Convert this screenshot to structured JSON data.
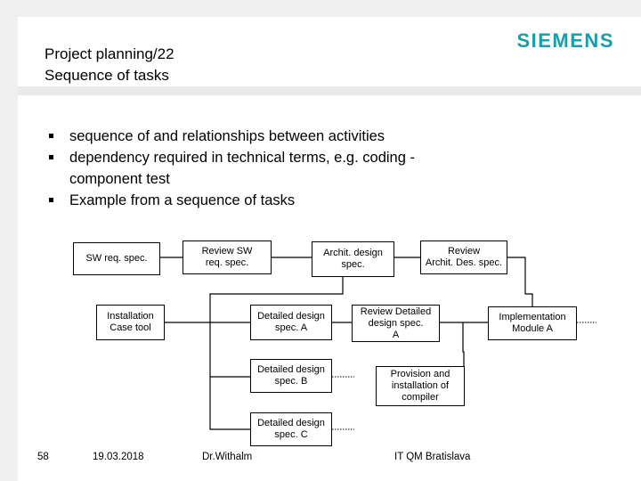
{
  "header": {
    "title_line1": "Project planning/22",
    "title_line2": "Sequence of tasks",
    "logo": "SIEMENS",
    "logo_color": "#1a9da8"
  },
  "bullets": [
    "sequence of and relationships between activities",
    "dependency required in technical terms, e.g. coding - component test",
    "Example from a sequence of tasks"
  ],
  "diagram": {
    "nodes": {
      "sw_req_spec": "SW req. spec.",
      "review_sw_req_spec": "Review SW\nreq. spec.",
      "archit_design_spec": "Archit. design\nspec.",
      "review_archit_des_spec": "Review\nArchit. Des. spec.",
      "installation_case_tool": "Installation\nCase tool",
      "detailed_design_spec_a": "Detailed design\nspec. A",
      "review_detailed_design_spec_a": "Review Detailed\ndesign spec.\nA",
      "implementation_module_a": "Implementation\nModule A",
      "detailed_design_spec_b": "Detailed design\nspec. B",
      "provision_installation_compiler": "Provision and\ninstallation of\ncompiler",
      "detailed_design_spec_c": "Detailed design\nspec. C"
    }
  },
  "footer": {
    "page_number": "58",
    "date": "19.03.2018",
    "author": "Dr.Withalm",
    "org": "IT QM Bratislava"
  }
}
